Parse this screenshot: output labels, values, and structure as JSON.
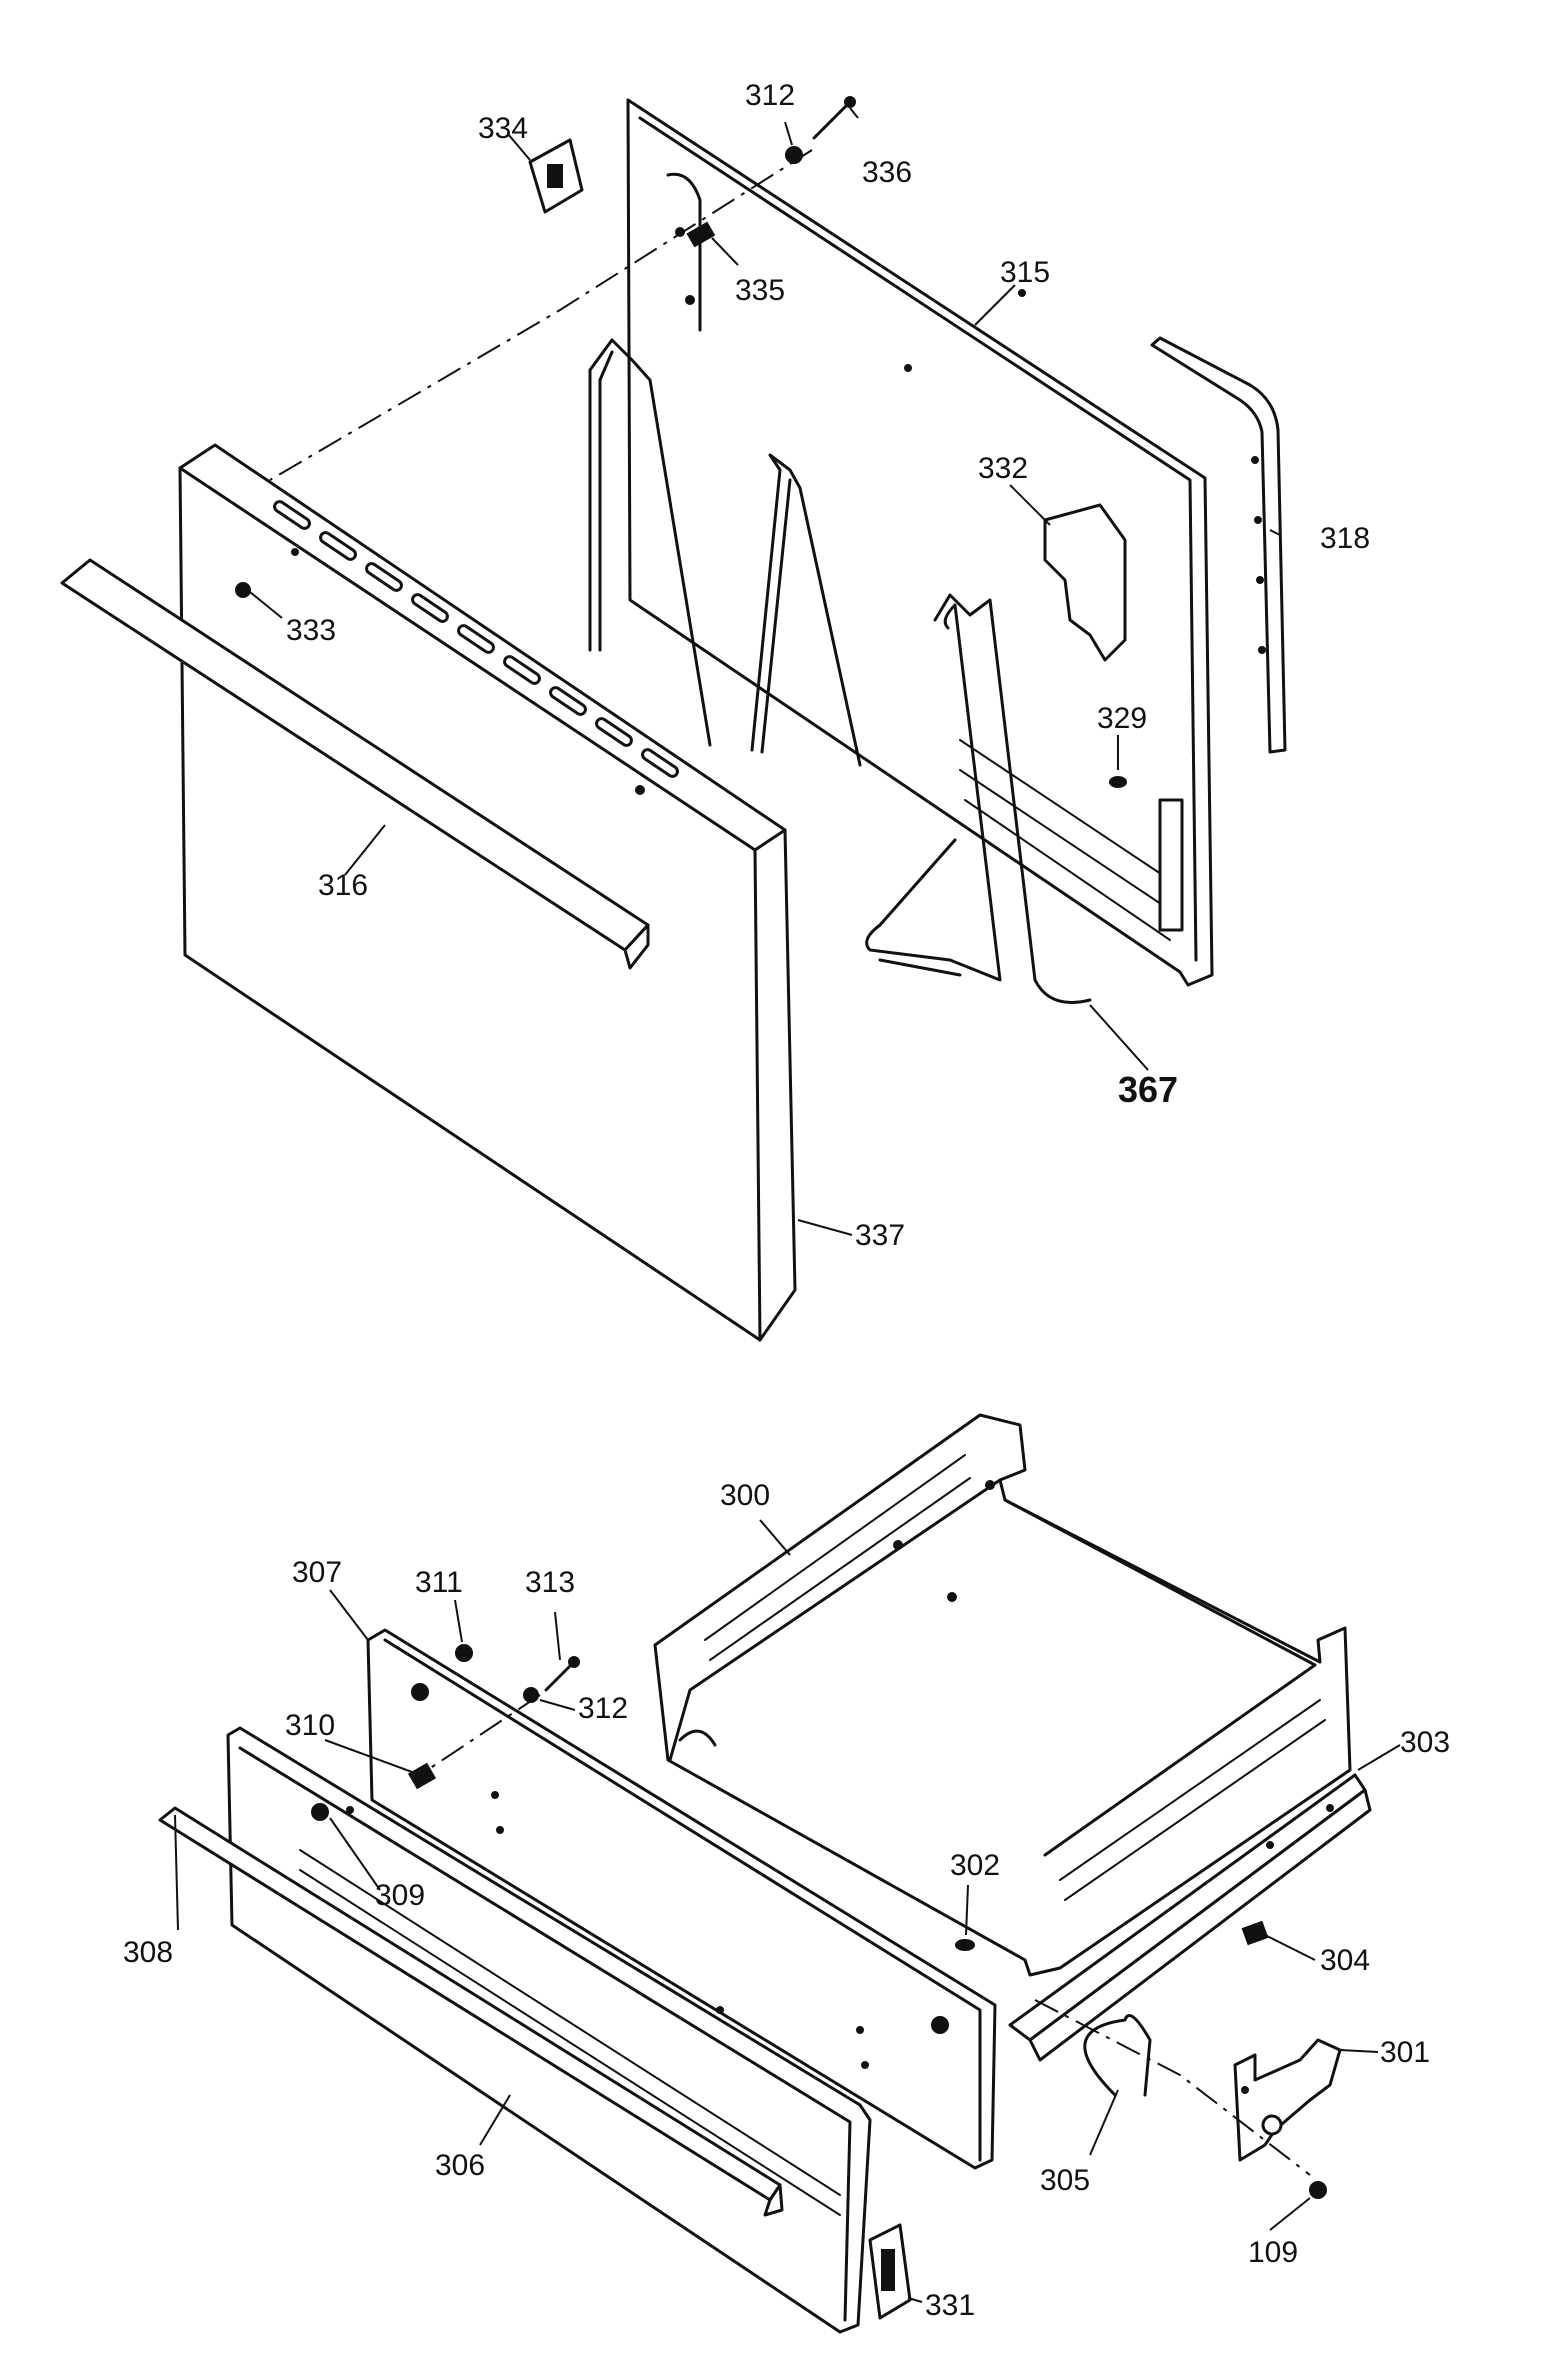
{
  "labels": {
    "p312a": "312",
    "p336": "336",
    "p334": "334",
    "p335": "335",
    "p315": "315",
    "p318": "318",
    "p332": "332",
    "p333": "333",
    "p329": "329",
    "p316": "316",
    "p367": "367",
    "p337": "337",
    "p300": "300",
    "p307": "307",
    "p311": "311",
    "p313": "313",
    "p312b": "312",
    "p310": "310",
    "p303": "303",
    "p309": "309",
    "p302": "302",
    "p308": "308",
    "p304": "304",
    "p301": "301",
    "p305": "305",
    "p306": "306",
    "p109": "109",
    "p331": "331"
  }
}
